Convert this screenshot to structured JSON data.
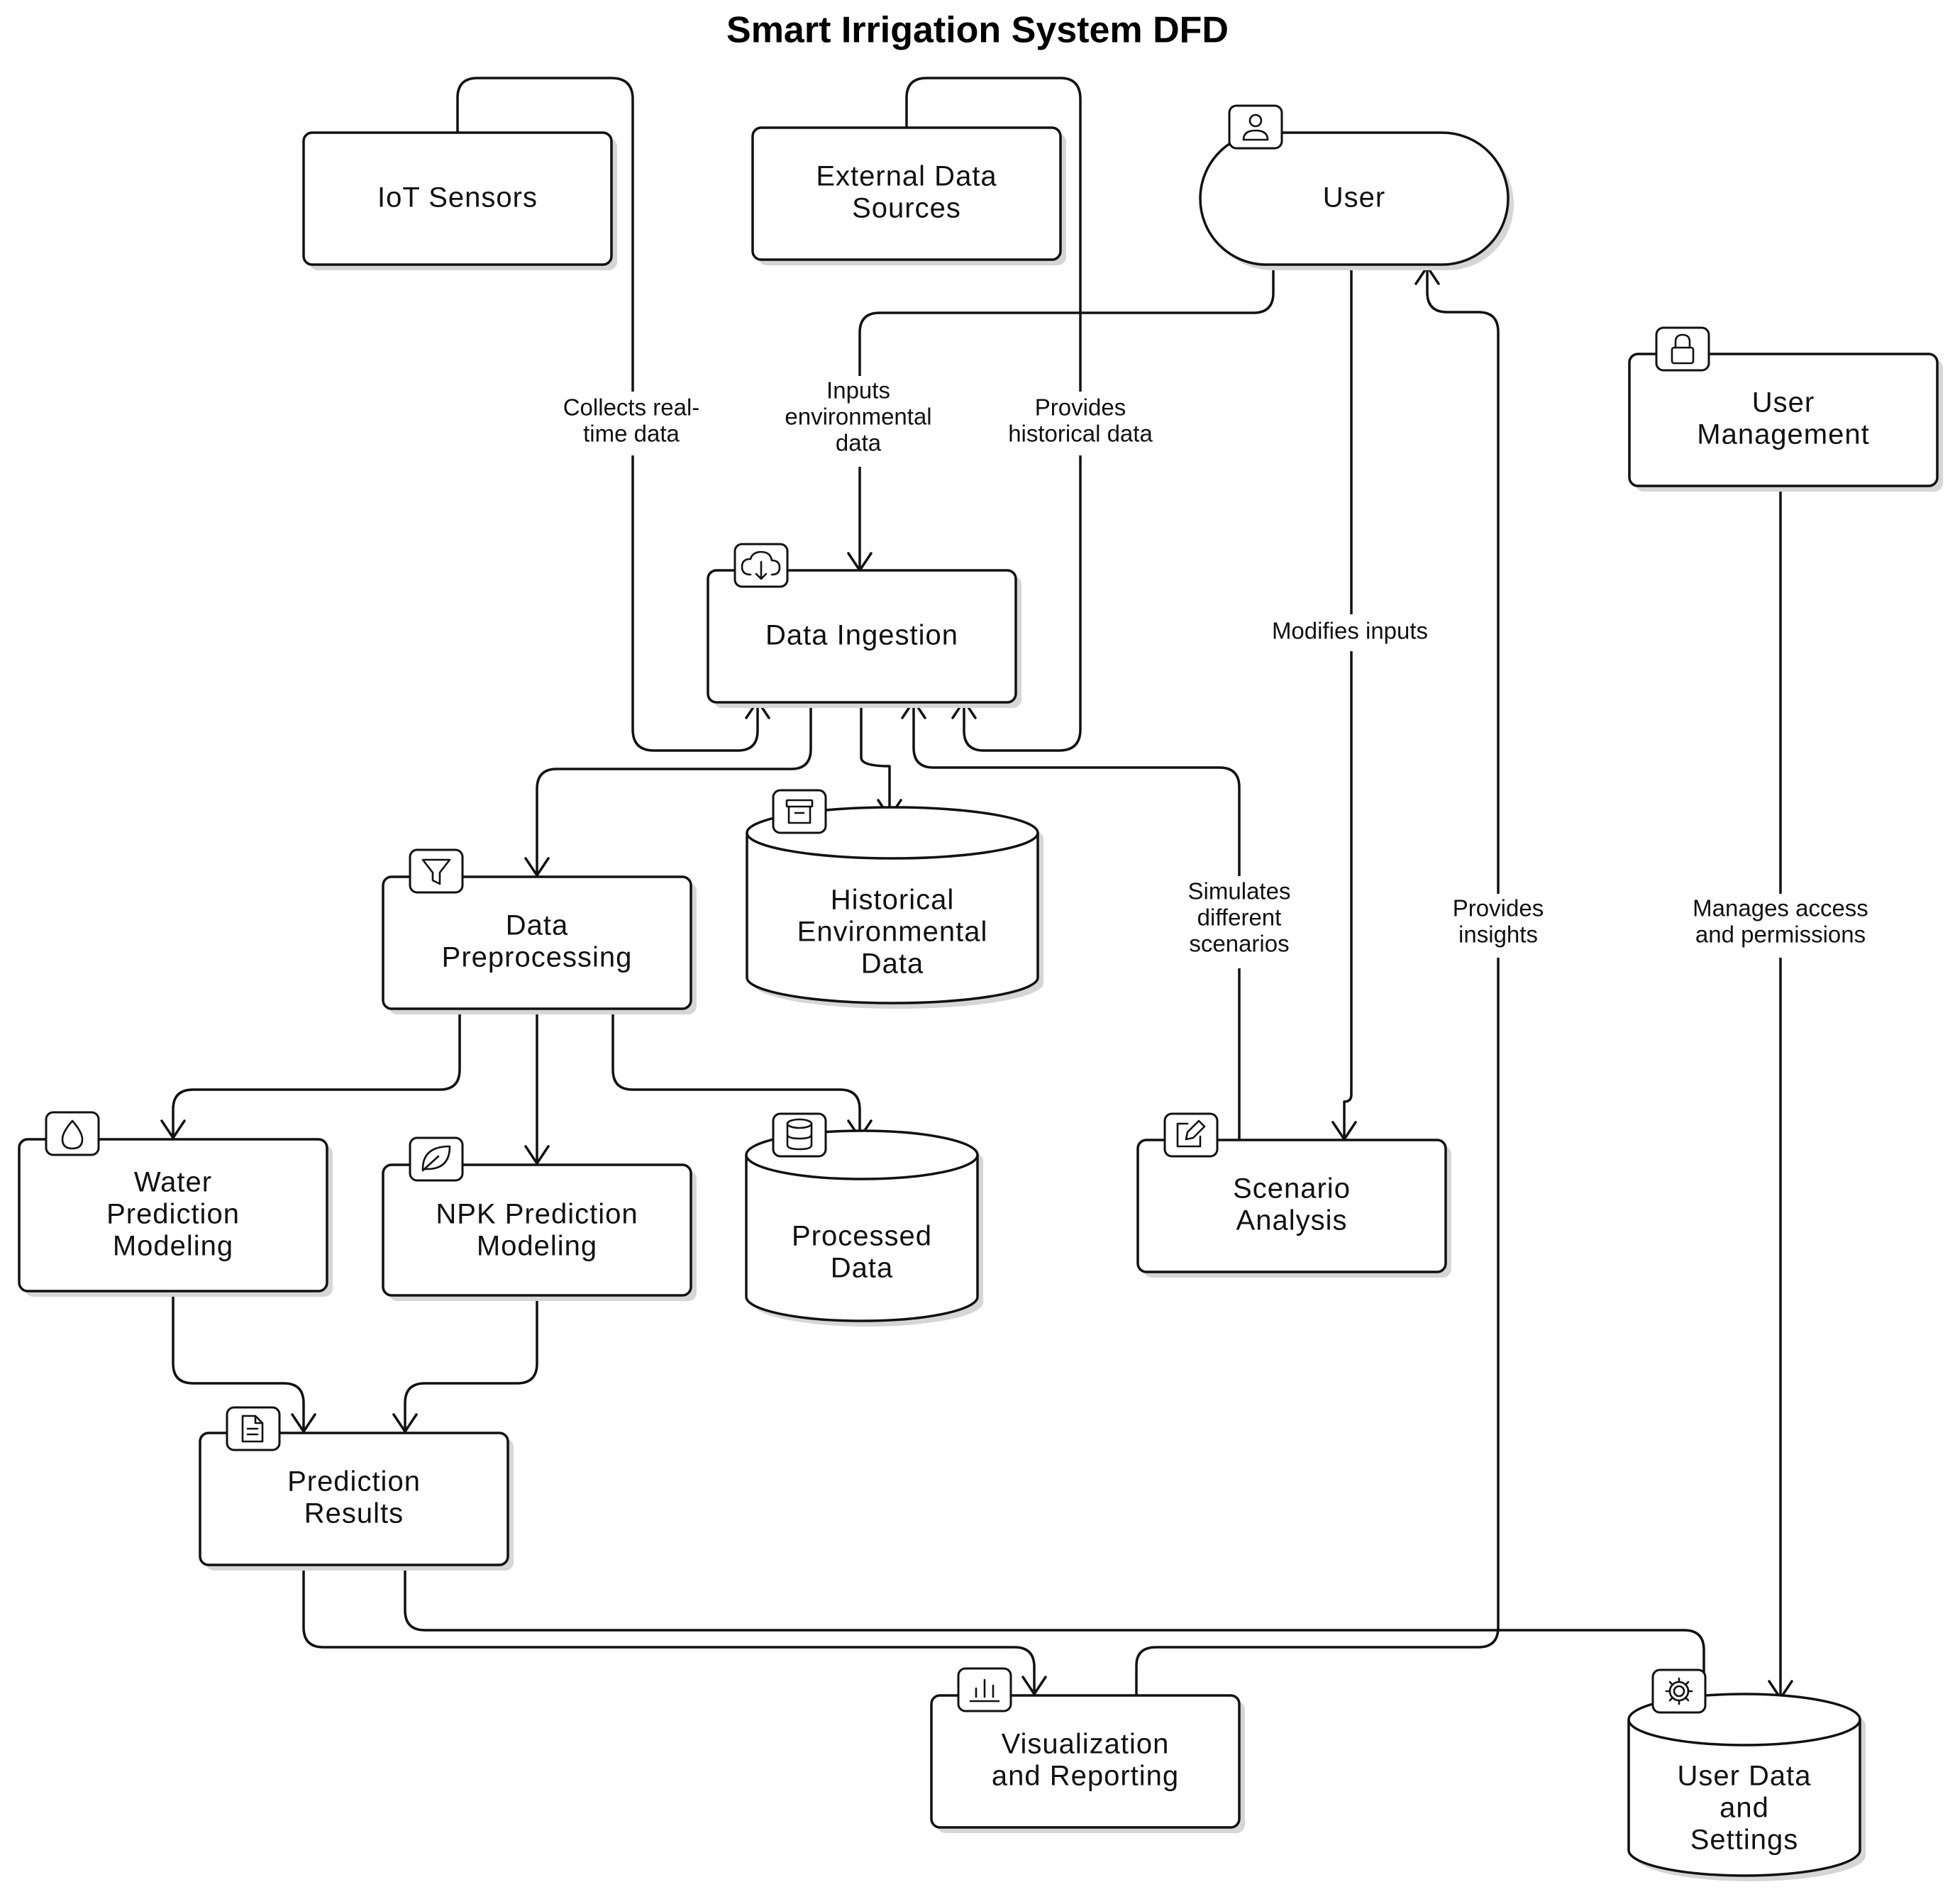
{
  "title": "Smart Irrigation System  DFD",
  "nodes": {
    "iot_sensors": [
      "IoT Sensors"
    ],
    "external_data": [
      "External Data",
      "Sources"
    ],
    "user": [
      "User"
    ],
    "user_management": [
      "User",
      "Management"
    ],
    "data_ingestion": [
      "Data Ingestion"
    ],
    "historical_data": [
      "Historical",
      "Environmental",
      "Data"
    ],
    "data_preprocessing": [
      "Data",
      "Preprocessing"
    ],
    "water_model": [
      "Water",
      "Prediction",
      "Modeling"
    ],
    "npk_model": [
      "NPK Prediction",
      "Modeling"
    ],
    "processed_data": [
      "Processed",
      "Data"
    ],
    "scenario_analysis": [
      "Scenario",
      "Analysis"
    ],
    "prediction_results": [
      "Prediction",
      "Results"
    ],
    "visualization": [
      "Visualization",
      "and Reporting"
    ],
    "user_data": [
      "User Data",
      "and",
      "Settings"
    ]
  },
  "edges": {
    "collects": [
      "Collects real-",
      "time data"
    ],
    "inputs": [
      "Inputs",
      "environmental",
      "data"
    ],
    "provides_hist": [
      "Provides",
      "historical data"
    ],
    "modifies": [
      "Modifies inputs"
    ],
    "simulates": [
      "Simulates",
      "different",
      "scenarios"
    ],
    "insights": [
      "Provides",
      "insights"
    ],
    "manages": [
      "Manages access",
      "and permissions"
    ]
  },
  "icons": {
    "user": "user-icon",
    "user_management": "lock-icon",
    "data_ingestion": "cloud-download-icon",
    "historical_data": "archive-icon",
    "data_preprocessing": "filter-icon",
    "water_model": "droplet-icon",
    "npk_model": "leaf-icon",
    "processed_data": "database-icon",
    "scenario_analysis": "edit-icon",
    "prediction_results": "file-text-icon",
    "visualization": "bar-chart-icon",
    "user_data": "gear-icon"
  }
}
